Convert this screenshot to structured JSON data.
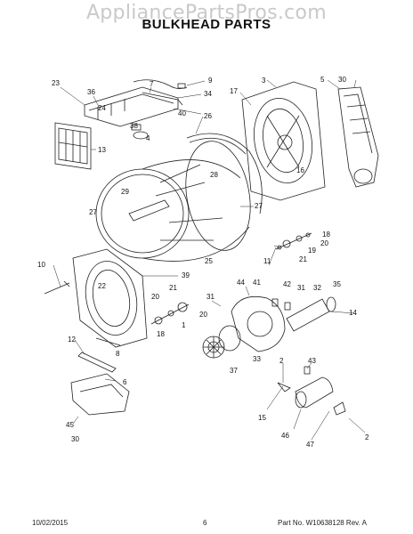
{
  "watermark": "AppliancePartsPros.com",
  "title": "BULKHEAD PARTS",
  "footer": {
    "date": "10/02/2015",
    "page": "6",
    "part": "Part No.  W10638128  Rev.  A"
  },
  "callouts": [
    {
      "id": "c23",
      "label": "23"
    },
    {
      "id": "c36",
      "label": "36"
    },
    {
      "id": "c7",
      "label": "7"
    },
    {
      "id": "c9",
      "label": "9"
    },
    {
      "id": "c34",
      "label": "34"
    },
    {
      "id": "c24",
      "label": "24"
    },
    {
      "id": "c40",
      "label": "40"
    },
    {
      "id": "c26",
      "label": "26"
    },
    {
      "id": "c38",
      "label": "38"
    },
    {
      "id": "c4",
      "label": "4"
    },
    {
      "id": "c13",
      "label": "13"
    },
    {
      "id": "c3",
      "label": "3"
    },
    {
      "id": "c17",
      "label": "17"
    },
    {
      "id": "c5",
      "label": "5"
    },
    {
      "id": "c30a",
      "label": "30"
    },
    {
      "id": "c16",
      "label": "16"
    },
    {
      "id": "c28",
      "label": "28"
    },
    {
      "id": "c29",
      "label": "29"
    },
    {
      "id": "c27a",
      "label": "27"
    },
    {
      "id": "c27b",
      "label": "27"
    },
    {
      "id": "c25",
      "label": "25"
    },
    {
      "id": "c18a",
      "label": "18"
    },
    {
      "id": "c20a",
      "label": "20"
    },
    {
      "id": "c19",
      "label": "19"
    },
    {
      "id": "c21a",
      "label": "21"
    },
    {
      "id": "c10",
      "label": "10"
    },
    {
      "id": "c39",
      "label": "39"
    },
    {
      "id": "c22",
      "label": "22"
    },
    {
      "id": "c20b",
      "label": "20"
    },
    {
      "id": "c21b",
      "label": "21"
    },
    {
      "id": "c18b",
      "label": "18"
    },
    {
      "id": "c1",
      "label": "1"
    },
    {
      "id": "c20c",
      "label": "20"
    },
    {
      "id": "c11",
      "label": "11"
    },
    {
      "id": "c31a",
      "label": "31"
    },
    {
      "id": "c44",
      "label": "44"
    },
    {
      "id": "c41",
      "label": "41"
    },
    {
      "id": "c42",
      "label": "42"
    },
    {
      "id": "c31b",
      "label": "31"
    },
    {
      "id": "c32",
      "label": "32"
    },
    {
      "id": "c35",
      "label": "35"
    },
    {
      "id": "c14",
      "label": "14"
    },
    {
      "id": "c12",
      "label": "12"
    },
    {
      "id": "c8",
      "label": "8"
    },
    {
      "id": "c6",
      "label": "6"
    },
    {
      "id": "c37",
      "label": "37"
    },
    {
      "id": "c33",
      "label": "33"
    },
    {
      "id": "c2a",
      "label": "2"
    },
    {
      "id": "c43",
      "label": "43"
    },
    {
      "id": "c15",
      "label": "15"
    },
    {
      "id": "c45",
      "label": "45"
    },
    {
      "id": "c30b",
      "label": "30"
    },
    {
      "id": "c46",
      "label": "46"
    },
    {
      "id": "c47",
      "label": "47"
    },
    {
      "id": "c2b",
      "label": "2"
    }
  ]
}
